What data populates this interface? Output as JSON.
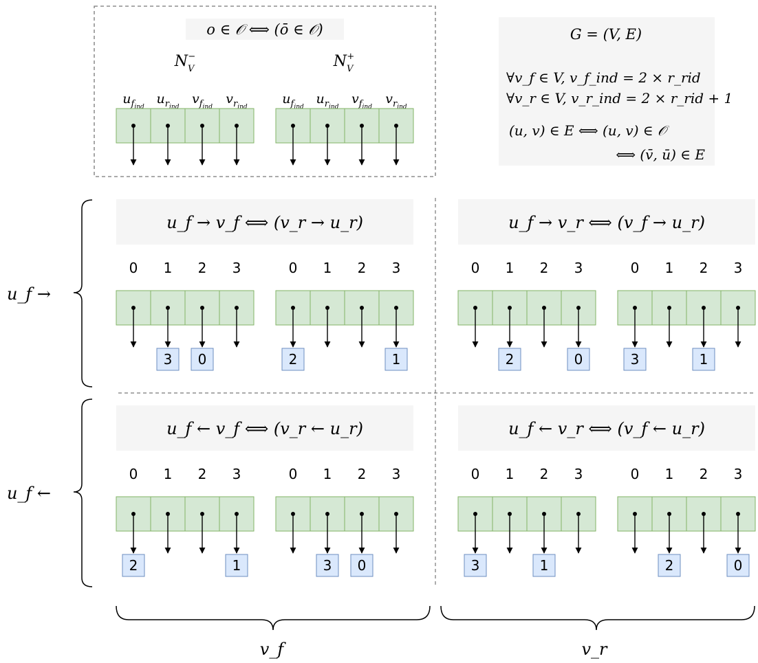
{
  "legend": {
    "header": "o ∈ 𝒪 ⟺ (ō ∈ 𝒪)",
    "groups": [
      {
        "title_main": "N",
        "title_sub": "V",
        "title_sup": "−",
        "columns": [
          {
            "b": "u",
            "s": "f",
            "ss": "ind"
          },
          {
            "b": "u",
            "s": "r",
            "ss": "ind"
          },
          {
            "b": "v",
            "s": "f",
            "ss": "ind"
          },
          {
            "b": "v",
            "s": "r",
            "ss": "ind"
          }
        ]
      },
      {
        "title_main": "N",
        "title_sub": "V",
        "title_sup": "+",
        "columns": [
          {
            "b": "u",
            "s": "f",
            "ss": "ind"
          },
          {
            "b": "u",
            "s": "r",
            "ss": "ind"
          },
          {
            "b": "v",
            "s": "f",
            "ss": "ind"
          },
          {
            "b": "v",
            "s": "r",
            "ss": "ind"
          }
        ]
      }
    ]
  },
  "definitions": {
    "title": "G = (V, E)",
    "line1": "∀v_f ∈ V, v_f_ind = 2 × r_rid",
    "line2": "∀v_r ∈ V, v_r_ind = 2 × r_rid + 1",
    "line3": "(u, v) ∈ E ⟺ (u, v) ∈ 𝒪",
    "line4": "⟺ (v̄, ū) ∈ E"
  },
  "panels": [
    {
      "header": "u_f → v_f ⟺ (v_r → u_r)",
      "groups": [
        {
          "indices": [
            "0",
            "1",
            "2",
            "3"
          ],
          "targets": [
            "",
            "3",
            "0",
            ""
          ]
        },
        {
          "indices": [
            "0",
            "1",
            "2",
            "3"
          ],
          "targets": [
            "2",
            "",
            "",
            "1"
          ]
        }
      ]
    },
    {
      "header": "u_f → v_r ⟺ (v_f → u_r)",
      "groups": [
        {
          "indices": [
            "0",
            "1",
            "2",
            "3"
          ],
          "targets": [
            "",
            "2",
            "",
            "0"
          ]
        },
        {
          "indices": [
            "0",
            "1",
            "2",
            "3"
          ],
          "targets": [
            "3",
            "",
            "1",
            ""
          ]
        }
      ]
    },
    {
      "header": "u_f ← v_f ⟺ (v_r ← u_r)",
      "groups": [
        {
          "indices": [
            "0",
            "1",
            "2",
            "3"
          ],
          "targets": [
            "2",
            "",
            "",
            "1"
          ]
        },
        {
          "indices": [
            "0",
            "1",
            "2",
            "3"
          ],
          "targets": [
            "",
            "3",
            "0",
            ""
          ]
        }
      ]
    },
    {
      "header": "u_f ← v_r ⟺ (v_f ← u_r)",
      "groups": [
        {
          "indices": [
            "0",
            "1",
            "2",
            "3"
          ],
          "targets": [
            "3",
            "",
            "1",
            ""
          ]
        },
        {
          "indices": [
            "0",
            "1",
            "2",
            "3"
          ],
          "targets": [
            "",
            "2",
            "",
            "0"
          ]
        }
      ]
    }
  ],
  "row_labels": [
    "u_f →",
    "u_f ←"
  ],
  "column_labels": [
    "v_f",
    "v_r"
  ],
  "colors": {
    "cell_fill": "#d5e8d4",
    "cell_stroke": "#82b366",
    "target_fill": "#dae8fc",
    "target_stroke": "#6c8ebf",
    "panel_fill": "#f5f5f5",
    "dash": "#777777",
    "ink": "#000000"
  }
}
